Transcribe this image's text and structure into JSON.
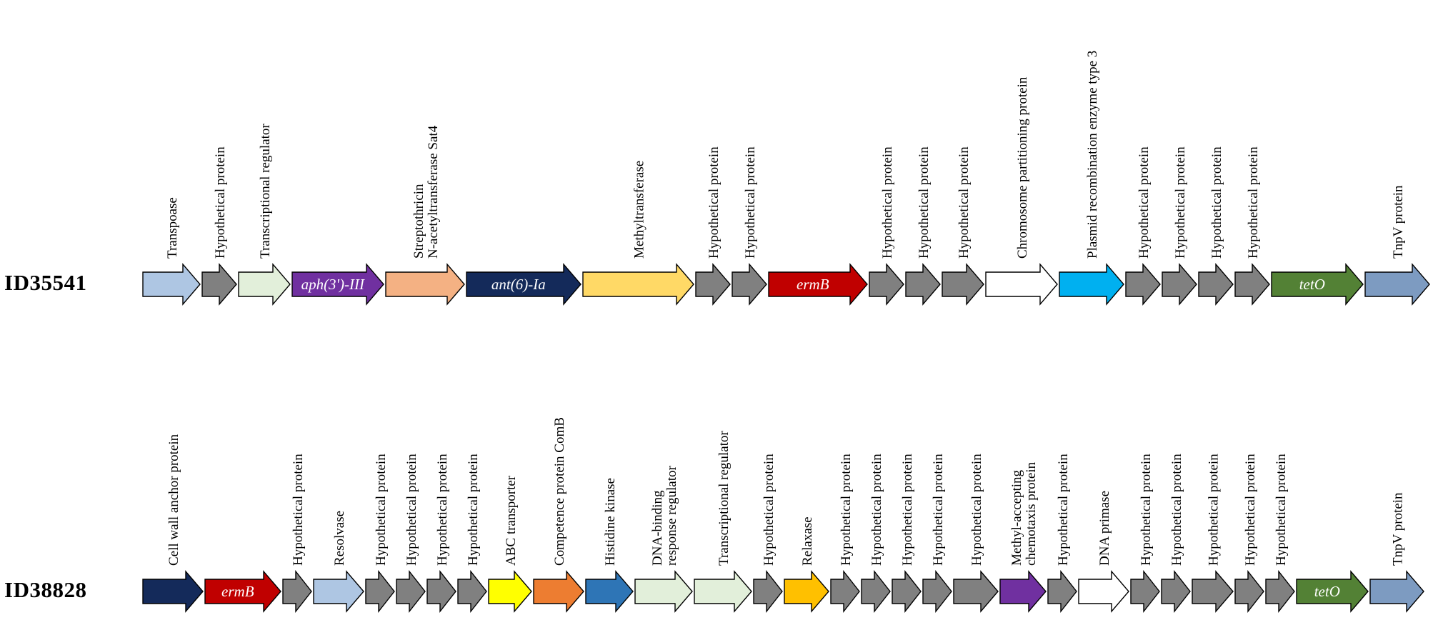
{
  "figure": {
    "background": "#ffffff",
    "stroke": "#000000",
    "gray": "#808080"
  },
  "tracks": [
    {
      "id": "ID35541",
      "genes": [
        {
          "name": "transposase",
          "label": [
            "Transpoase"
          ],
          "color": "#aec6e3",
          "w": 80
        },
        {
          "name": "hypothetical-protein",
          "label": [
            "Hypothetical protein"
          ],
          "color": "#808080",
          "w": 48
        },
        {
          "name": "transcriptional-regulator",
          "label": [
            "Transcriptional regulator"
          ],
          "color": "#e2efda",
          "w": 72
        },
        {
          "name": "aph3-III",
          "inner": "aph(3')-III",
          "color": "#7030a0",
          "w": 128
        },
        {
          "name": "sat4",
          "label": [
            "Streptothricin",
            "N-acetyltransferase Sat4"
          ],
          "color": "#f4b183",
          "w": 110
        },
        {
          "name": "ant6-Ia",
          "inner": "ant(6)-Ia",
          "color": "#142a5a",
          "w": 160
        },
        {
          "name": "methyltransferase",
          "label": [
            "Methyltransferase"
          ],
          "color": "#ffd966",
          "w": 155
        },
        {
          "name": "hypothetical-protein",
          "label": [
            "Hypothetical protein"
          ],
          "color": "#808080",
          "w": 48
        },
        {
          "name": "hypothetical-protein",
          "label": [
            "Hypothetical protein"
          ],
          "color": "#808080",
          "w": 48
        },
        {
          "name": "ermB",
          "inner": "ermB",
          "color": "#c00000",
          "w": 138
        },
        {
          "name": "hypothetical-protein",
          "label": [
            "Hypothetical protein"
          ],
          "color": "#808080",
          "w": 48
        },
        {
          "name": "hypothetical-protein",
          "label": [
            "Hypothetical protein"
          ],
          "color": "#808080",
          "w": 48
        },
        {
          "name": "hypothetical-protein",
          "label": [
            "Hypothetical protein"
          ],
          "color": "#808080",
          "w": 58
        },
        {
          "name": "chromosome-partitioning-protein",
          "label": [
            "Chromosome partitioning protein"
          ],
          "color": "#ffffff",
          "w": 100
        },
        {
          "name": "plasmid-recombination-enzyme-type-3",
          "label": [
            "Plasmid recombination enzyme type 3"
          ],
          "color": "#00b0f0",
          "w": 90
        },
        {
          "name": "hypothetical-protein",
          "label": [
            "Hypothetical protein"
          ],
          "color": "#808080",
          "w": 48
        },
        {
          "name": "hypothetical-protein",
          "label": [
            "Hypothetical protein"
          ],
          "color": "#808080",
          "w": 48
        },
        {
          "name": "hypothetical-protein",
          "label": [
            "Hypothetical protein"
          ],
          "color": "#808080",
          "w": 48
        },
        {
          "name": "hypothetical-protein",
          "label": [
            "Hypothetical protein"
          ],
          "color": "#808080",
          "w": 48
        },
        {
          "name": "tetO",
          "inner": "tetO",
          "color": "#538135",
          "w": 128
        },
        {
          "name": "tnpV-protein",
          "label": [
            "TnpV protein"
          ],
          "color": "#7d9bc1",
          "w": 90
        }
      ]
    },
    {
      "id": "ID38828",
      "genes": [
        {
          "name": "cell-wall-anchor-protein",
          "label": [
            "Cell wall anchor protein"
          ],
          "color": "#142a5a",
          "w": 84
        },
        {
          "name": "ermB",
          "inner": "ermB",
          "color": "#c00000",
          "w": 106
        },
        {
          "name": "hypothetical-protein",
          "label": [
            "Hypothetical protein"
          ],
          "color": "#808080",
          "w": 40
        },
        {
          "name": "resolvase",
          "label": [
            "Resolvase"
          ],
          "color": "#aec6e3",
          "w": 70
        },
        {
          "name": "hypothetical-protein",
          "label": [
            "Hypothetical protein"
          ],
          "color": "#808080",
          "w": 40
        },
        {
          "name": "hypothetical-protein",
          "label": [
            "Hypothetical protein"
          ],
          "color": "#808080",
          "w": 40
        },
        {
          "name": "hypothetical-protein",
          "label": [
            "Hypothetical protein"
          ],
          "color": "#808080",
          "w": 40
        },
        {
          "name": "hypothetical-protein",
          "label": [
            "Hypothetical protein"
          ],
          "color": "#808080",
          "w": 40
        },
        {
          "name": "abc-transporter",
          "label": [
            "ABC transporter"
          ],
          "color": "#ffff00",
          "w": 60
        },
        {
          "name": "competence-protein-comB",
          "label": [
            "Competence protein ComB"
          ],
          "color": "#ed7d31",
          "w": 70
        },
        {
          "name": "histidine-kinase",
          "label": [
            "Histidine kinase"
          ],
          "color": "#2e75b6",
          "w": 66
        },
        {
          "name": "dna-binding-response-regulator",
          "label": [
            "DNA-binding",
            "response regulator"
          ],
          "color": "#e2efda",
          "w": 80
        },
        {
          "name": "transcriptional-regulator",
          "label": [
            "Transcriptional regulator"
          ],
          "color": "#e2efda",
          "w": 80
        },
        {
          "name": "hypothetical-protein",
          "label": [
            "Hypothetical protein"
          ],
          "color": "#808080",
          "w": 40
        },
        {
          "name": "relaxase",
          "label": [
            "Relaxase"
          ],
          "color": "#ffc000",
          "w": 62
        },
        {
          "name": "hypothetical-protein",
          "label": [
            "Hypothetical protein"
          ],
          "color": "#808080",
          "w": 40
        },
        {
          "name": "hypothetical-protein",
          "label": [
            "Hypothetical protein"
          ],
          "color": "#808080",
          "w": 40
        },
        {
          "name": "hypothetical-protein",
          "label": [
            "Hypothetical protein"
          ],
          "color": "#808080",
          "w": 40
        },
        {
          "name": "hypothetical-protein",
          "label": [
            "Hypothetical protein"
          ],
          "color": "#808080",
          "w": 40
        },
        {
          "name": "hypothetical-protein",
          "label": [
            "Hypothetical protein"
          ],
          "color": "#808080",
          "w": 62
        },
        {
          "name": "methyl-accepting-chemotaxis-protein",
          "label": [
            "Methyl-accepting",
            "chemotaxis protein"
          ],
          "color": "#7030a0",
          "w": 64
        },
        {
          "name": "hypothetical-protein",
          "label": [
            "Hypothetical protein"
          ],
          "color": "#808080",
          "w": 40
        },
        {
          "name": "dna-primase",
          "label": [
            "DNA primase"
          ],
          "color": "#ffffff",
          "w": 70
        },
        {
          "name": "hypothetical-protein",
          "label": [
            "Hypothetical protein"
          ],
          "color": "#808080",
          "w": 40
        },
        {
          "name": "hypothetical-protein",
          "label": [
            "Hypothetical protein"
          ],
          "color": "#808080",
          "w": 40
        },
        {
          "name": "hypothetical-protein",
          "label": [
            "Hypothetical protein"
          ],
          "color": "#808080",
          "w": 57
        },
        {
          "name": "hypothetical-protein",
          "label": [
            "Hypothetical protein"
          ],
          "color": "#808080",
          "w": 40
        },
        {
          "name": "hypothetical-protein",
          "label": [
            "Hypothetical protein"
          ],
          "color": "#808080",
          "w": 40
        },
        {
          "name": "tetO",
          "inner": "tetO",
          "color": "#538135",
          "w": 100
        },
        {
          "name": "tnpV-protein",
          "label": [
            "TnpV protein"
          ],
          "color": "#7d9bc1",
          "w": 75
        }
      ]
    }
  ]
}
